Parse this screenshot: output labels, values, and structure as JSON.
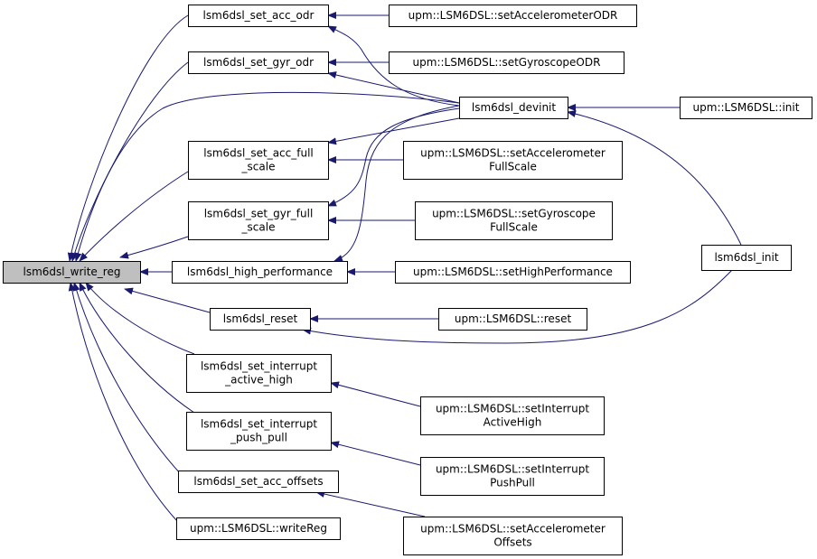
{
  "diagram": {
    "colors": {
      "edge": "#191970",
      "root_fill": "#bfbfbf",
      "node_fill": "#ffffff",
      "border": "#000000"
    },
    "nodes": [
      {
        "id": "write_reg",
        "lines": [
          "lsm6dsl_write_reg"
        ],
        "root": true
      },
      {
        "id": "set_acc_odr",
        "lines": [
          "lsm6dsl_set_acc_odr"
        ]
      },
      {
        "id": "set_gyr_odr",
        "lines": [
          "lsm6dsl_set_gyr_odr"
        ]
      },
      {
        "id": "set_acc_full",
        "lines": [
          "lsm6dsl_set_acc_full",
          "_scale"
        ]
      },
      {
        "id": "set_gyr_full",
        "lines": [
          "lsm6dsl_set_gyr_full",
          "_scale"
        ]
      },
      {
        "id": "high_perf",
        "lines": [
          "lsm6dsl_high_performance"
        ]
      },
      {
        "id": "reset",
        "lines": [
          "lsm6dsl_reset"
        ]
      },
      {
        "id": "int_active",
        "lines": [
          "lsm6dsl_set_interrupt",
          "_active_high"
        ]
      },
      {
        "id": "int_push",
        "lines": [
          "lsm6dsl_set_interrupt",
          "_push_pull"
        ]
      },
      {
        "id": "acc_offsets",
        "lines": [
          "lsm6dsl_set_acc_offsets"
        ]
      },
      {
        "id": "writeReg",
        "lines": [
          "upm::LSM6DSL::writeReg"
        ]
      },
      {
        "id": "upm_acc_odr",
        "lines": [
          "upm::LSM6DSL::setAccelerometerODR"
        ]
      },
      {
        "id": "upm_gyr_odr",
        "lines": [
          "upm::LSM6DSL::setGyroscopeODR"
        ]
      },
      {
        "id": "devinit",
        "lines": [
          "lsm6dsl_devinit"
        ]
      },
      {
        "id": "upm_acc_full",
        "lines": [
          "upm::LSM6DSL::setAccelerometer",
          "FullScale"
        ]
      },
      {
        "id": "upm_gyr_full",
        "lines": [
          "upm::LSM6DSL::setGyroscope",
          "FullScale"
        ]
      },
      {
        "id": "upm_high_perf",
        "lines": [
          "upm::LSM6DSL::setHighPerformance"
        ]
      },
      {
        "id": "upm_reset",
        "lines": [
          "upm::LSM6DSL::reset"
        ]
      },
      {
        "id": "upm_int_active",
        "lines": [
          "upm::LSM6DSL::setInterrupt",
          "ActiveHigh"
        ]
      },
      {
        "id": "upm_int_push",
        "lines": [
          "upm::LSM6DSL::setInterrupt",
          "PushPull"
        ]
      },
      {
        "id": "upm_acc_offsets",
        "lines": [
          "upm::LSM6DSL::setAccelerometer",
          "Offsets"
        ]
      },
      {
        "id": "upm_init",
        "lines": [
          "upm::LSM6DSL::init"
        ]
      },
      {
        "id": "init",
        "lines": [
          "lsm6dsl_init"
        ]
      }
    ],
    "edges": [
      {
        "from": "set_acc_odr",
        "to": "write_reg"
      },
      {
        "from": "set_gyr_odr",
        "to": "write_reg"
      },
      {
        "from": "devinit",
        "to": "write_reg"
      },
      {
        "from": "set_acc_full",
        "to": "write_reg"
      },
      {
        "from": "set_gyr_full",
        "to": "write_reg"
      },
      {
        "from": "high_perf",
        "to": "write_reg"
      },
      {
        "from": "reset",
        "to": "write_reg"
      },
      {
        "from": "int_active",
        "to": "write_reg"
      },
      {
        "from": "int_push",
        "to": "write_reg"
      },
      {
        "from": "acc_offsets",
        "to": "write_reg"
      },
      {
        "from": "writeReg",
        "to": "write_reg"
      },
      {
        "from": "upm_acc_odr",
        "to": "set_acc_odr"
      },
      {
        "from": "devinit",
        "to": "set_acc_odr"
      },
      {
        "from": "upm_gyr_odr",
        "to": "set_gyr_odr"
      },
      {
        "from": "devinit",
        "to": "set_gyr_odr"
      },
      {
        "from": "devinit",
        "to": "set_acc_full"
      },
      {
        "from": "upm_acc_full",
        "to": "set_acc_full"
      },
      {
        "from": "devinit",
        "to": "set_gyr_full"
      },
      {
        "from": "upm_gyr_full",
        "to": "set_gyr_full"
      },
      {
        "from": "devinit",
        "to": "high_perf"
      },
      {
        "from": "upm_high_perf",
        "to": "high_perf"
      },
      {
        "from": "upm_reset",
        "to": "reset"
      },
      {
        "from": "init",
        "to": "reset"
      },
      {
        "from": "upm_int_active",
        "to": "int_active"
      },
      {
        "from": "upm_int_push",
        "to": "int_push"
      },
      {
        "from": "upm_acc_offsets",
        "to": "acc_offsets"
      },
      {
        "from": "upm_init",
        "to": "devinit"
      },
      {
        "from": "init",
        "to": "devinit"
      }
    ]
  }
}
